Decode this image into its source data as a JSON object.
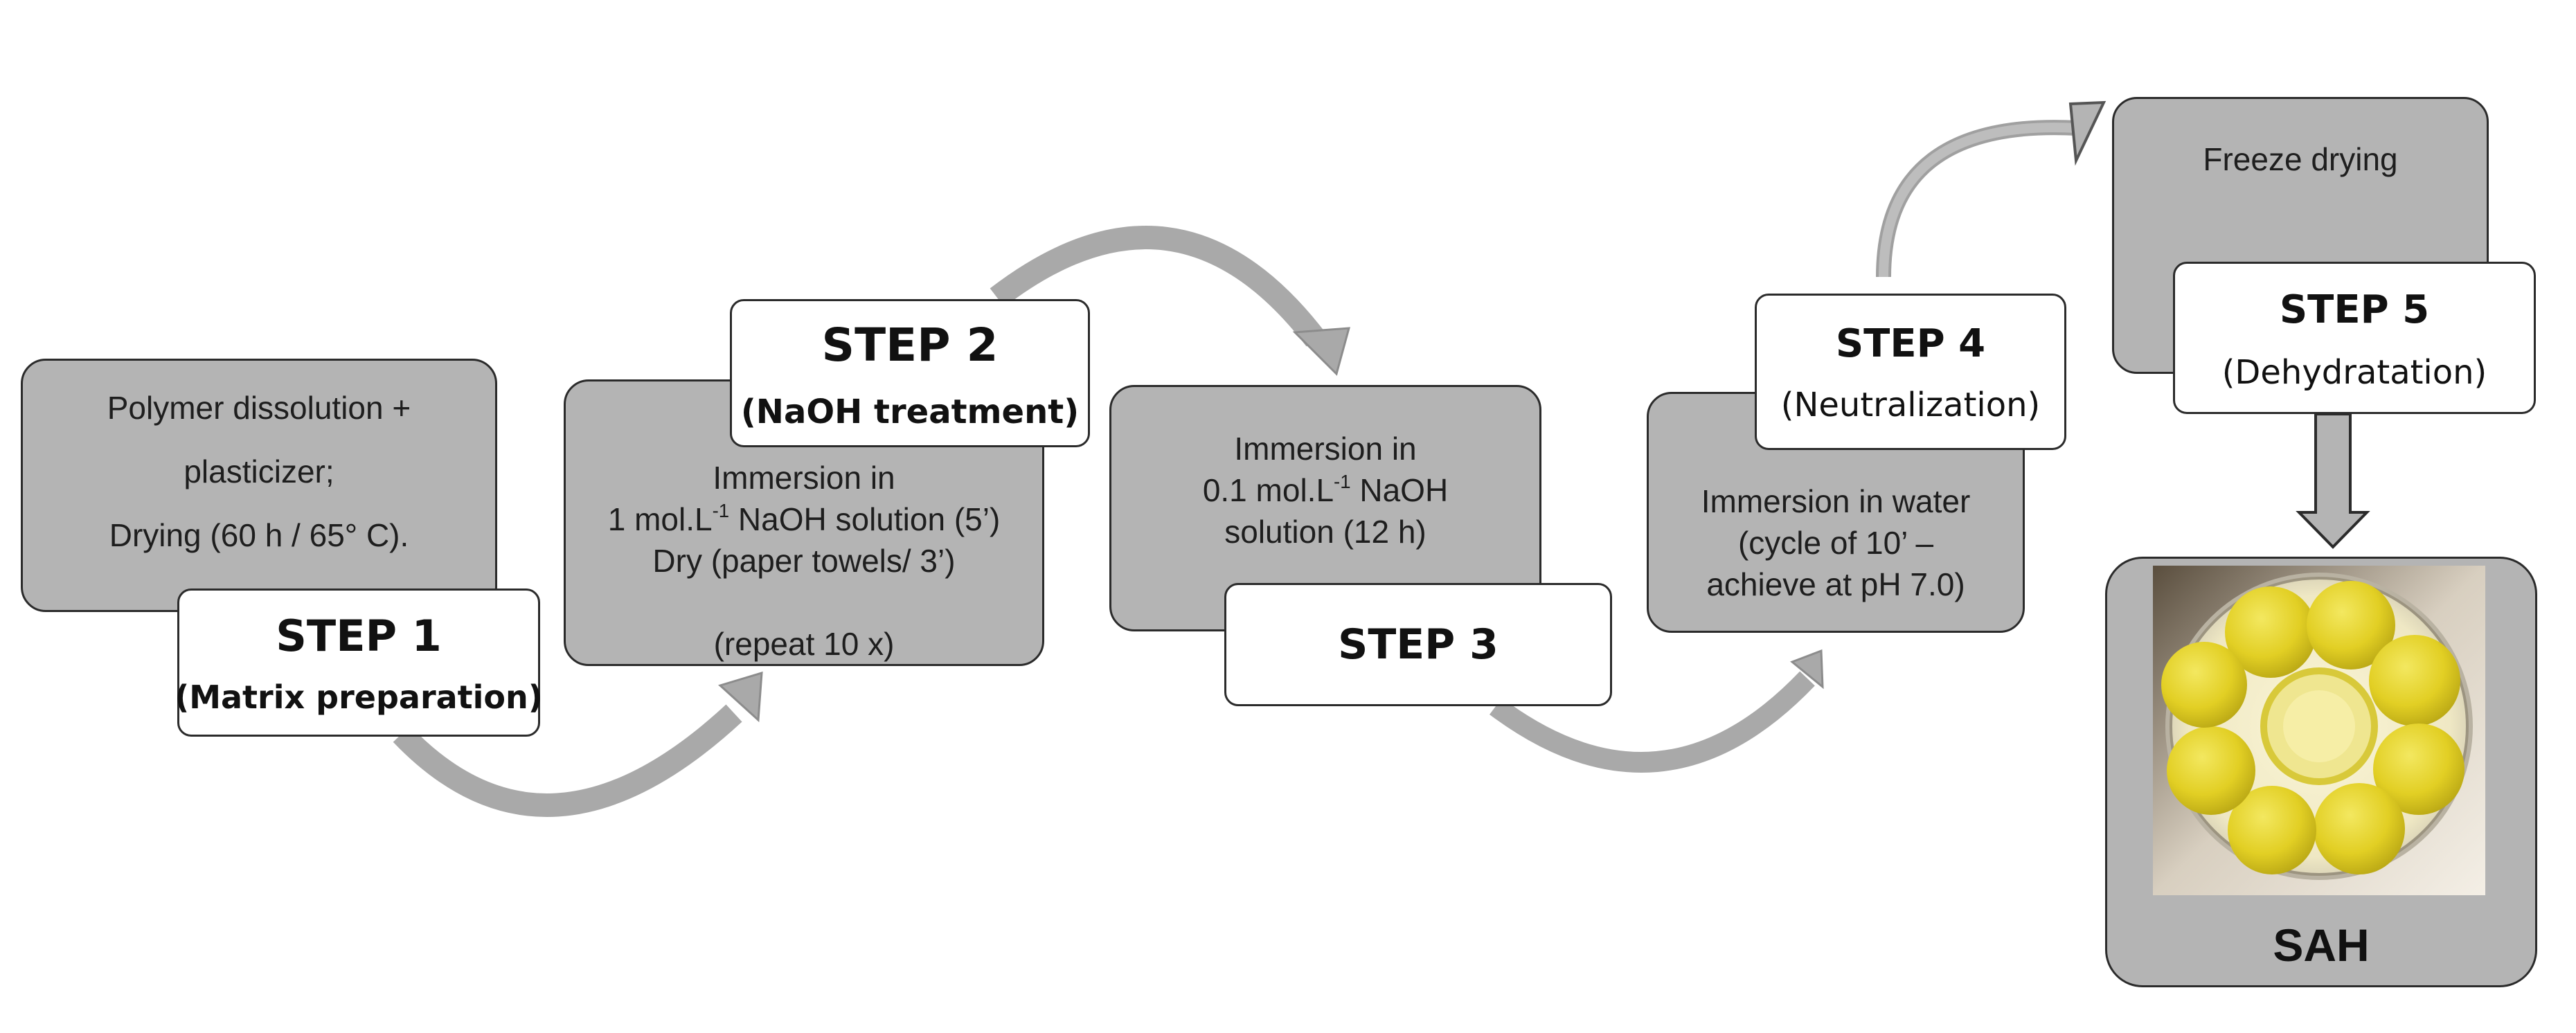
{
  "step1": {
    "box_lines": [
      "Polymer dissolution +",
      "plasticizer;",
      "Drying (60 h / 65° C)."
    ],
    "title": "STEP 1",
    "subtitle": "(Matrix preparation)"
  },
  "step2": {
    "title": "STEP 2",
    "subtitle": "(NaOH treatment)",
    "line1": "Immersion in",
    "line2_pre": "1 mol.L",
    "line2_sup": "-1",
    "line2_post": " NaOH solution (5’)",
    "line3": "Dry (paper towels/ 3’)",
    "line4": "(repeat 10 x)"
  },
  "step3": {
    "line1": "Immersion in",
    "line2_pre": "0.1 mol.L",
    "line2_sup": "-1",
    "line2_post": " NaOH",
    "line3": "solution (12 h)",
    "title": "STEP 3"
  },
  "step4": {
    "title": "STEP 4",
    "subtitle": "(Neutralization)",
    "box_lines": [
      "Immersion in water",
      "(cycle of 10’ –",
      "achieve at pH 7.0)"
    ]
  },
  "step5": {
    "box_text": "Freeze drying",
    "title": "STEP 5",
    "subtitle": "(Dehydratation)"
  },
  "result": {
    "label": "SAH"
  },
  "colors": {
    "box_gray": "#b4b4b4",
    "arrow_gray": "#a9a9a9",
    "border": "#2b2b2b",
    "bead_yellow": "#e8d62e"
  }
}
